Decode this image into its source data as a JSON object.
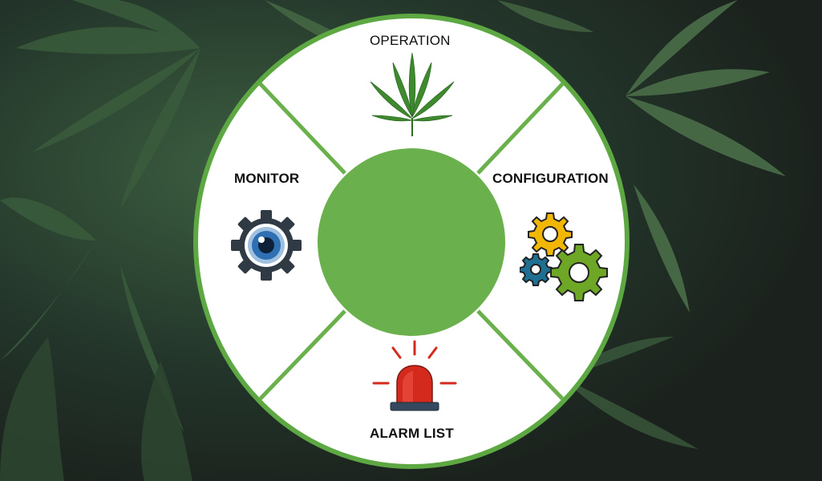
{
  "menu": {
    "operation": {
      "label": "OPERATION",
      "icon": "cannabis-leaf-icon"
    },
    "monitor": {
      "label": "MONITOR",
      "icon": "eye-gear-icon"
    },
    "configuration": {
      "label": "CONFIGURATION",
      "icon": "gears-icon"
    },
    "alarm_list": {
      "label": "ALARM LIST",
      "icon": "alarm-siren-icon"
    }
  },
  "colors": {
    "accent_green": "#6ab04c",
    "ring_green": "#5da843",
    "segment_white": "#ffffff",
    "siren_red": "#d42a1e"
  }
}
